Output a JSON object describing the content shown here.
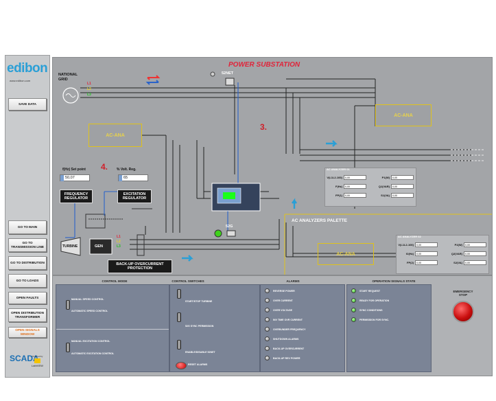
{
  "sidebar": {
    "logo": "edibon",
    "logo_sub": "www.edibon.com",
    "save_data": "SAVE DATA",
    "nav": [
      "GO TO MAIN",
      "GO TO TRANSMISSION LINE",
      "GO TO DISTRIBUTION",
      "GO TO LOADS",
      "OPEN FAULTS",
      "OPEN DISTRIBUTION TRANSFORMER",
      "OPEN SIGNALS WINDOW"
    ],
    "scada": "SCADA",
    "labview": "LabVIEW",
    "powered_by": "Powered by"
  },
  "diagram": {
    "title": "POWER SUBSTATION",
    "national_grid": "NATIONAL GRID",
    "phases": [
      "L1",
      "L2",
      "L3"
    ],
    "breaker_top": "52NET",
    "breaker_bottom": "52G",
    "step3": "3.",
    "step4": "4.",
    "ac_ana": "AC-ANA",
    "freq_set_label": "f(Hz) Set point",
    "freq_set_value": "50,07",
    "volt_reg_label": "% Volt. Reg.",
    "volt_reg_value": "65",
    "freq_regulator": "FREQUENCY REGULATOR",
    "excitation_regulator": "EXCITATION REGULATOR",
    "turbine": "TURBINE",
    "gen": "GEN",
    "backup_protection": "BACK-UP OVERCURRENT PROTECTION",
    "palette_title": "AC ANALYZERS PALETTE",
    "analyzer1": {
      "title": "AC ANALYZER 01",
      "left_labels": [
        "V(L1L2-100)",
        "F(Hz)",
        "FP(1)"
      ],
      "left_values": [
        "0,00",
        "0,00",
        "0,00"
      ],
      "right_labels": [
        "P1(W)",
        "Q1(VAR)",
        "S1(VA)"
      ],
      "right_values": [
        "0,00",
        "0,00",
        "0,00"
      ]
    },
    "analyzer2": {
      "title": "AC ANALYZER 02",
      "left_labels": [
        "V(L1L2-100)",
        "f2(Hz)",
        "FP(2)"
      ],
      "left_values": [
        "0,00",
        "0,00",
        "0,00"
      ],
      "right_labels": [
        "P2(W)",
        "Q2(VAR)",
        "S2(VA)"
      ],
      "right_values": [
        "0,00",
        "0,00",
        "0,00"
      ]
    }
  },
  "bottom": {
    "control_mode": {
      "title": "CONTROL MODE",
      "items": [
        "MANUAL SPEED CONTROL",
        "AUTOMATIC SPEED CONTROL",
        "MANUAL EXCITATION CONTROL",
        "AUTOMATIC EXCITATION CONTROL"
      ]
    },
    "control_switches": {
      "title": "CONTROL SWITCHES",
      "items": [
        "START/STOP TURBINE",
        "52G SYNC PERMISSION",
        "ENABLE/DISABLE 52NET",
        "RESET ALARMS"
      ]
    },
    "alarms": {
      "title": "ALARMS",
      "items": [
        "REVERSE POWER",
        "OVER CURRENT",
        "OVER VOLTAGE",
        "INV TIME OVR CURRENT",
        "OVER/UNDER FREQUENCY",
        "SHUTDOWN ALARMS",
        "BACK-UP OVERCURRENT",
        "BACK-UP REV POWER"
      ]
    },
    "operation_signals": {
      "title": "OPERATION SIGNALS STATE",
      "items": [
        "START REQUEST",
        "READY FOR OPERATION",
        "SYNC CONDITIONS",
        "PERMISSION FOR SYNC."
      ]
    },
    "emergency": "EMERGENCY STOP"
  }
}
